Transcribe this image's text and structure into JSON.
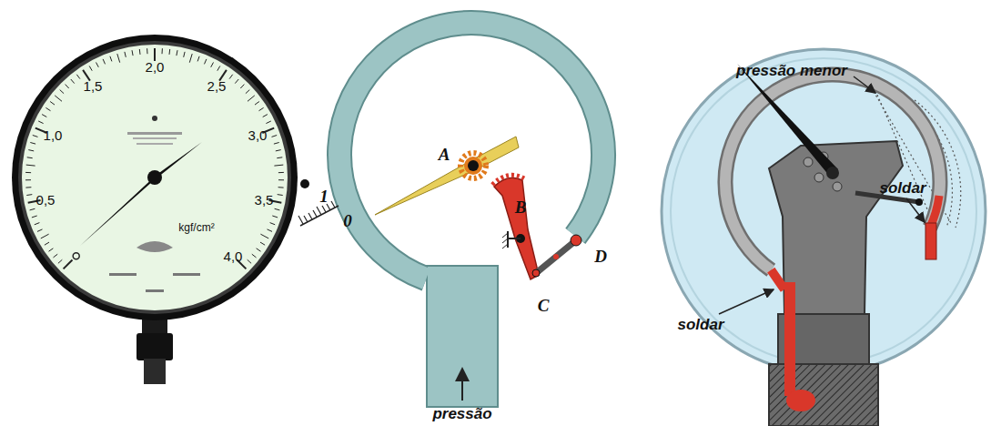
{
  "diagram": {
    "labels": [
      "0,5",
      "1,0",
      "1,5",
      "2,0",
      "2,5",
      "3,0",
      "3,5",
      "4,0",
      "kgf/cm²",
      "A",
      "B",
      "C",
      "D",
      "1",
      "0",
      "pressão",
      "pressão menor",
      "soldar",
      "soldar"
    ]
  }
}
